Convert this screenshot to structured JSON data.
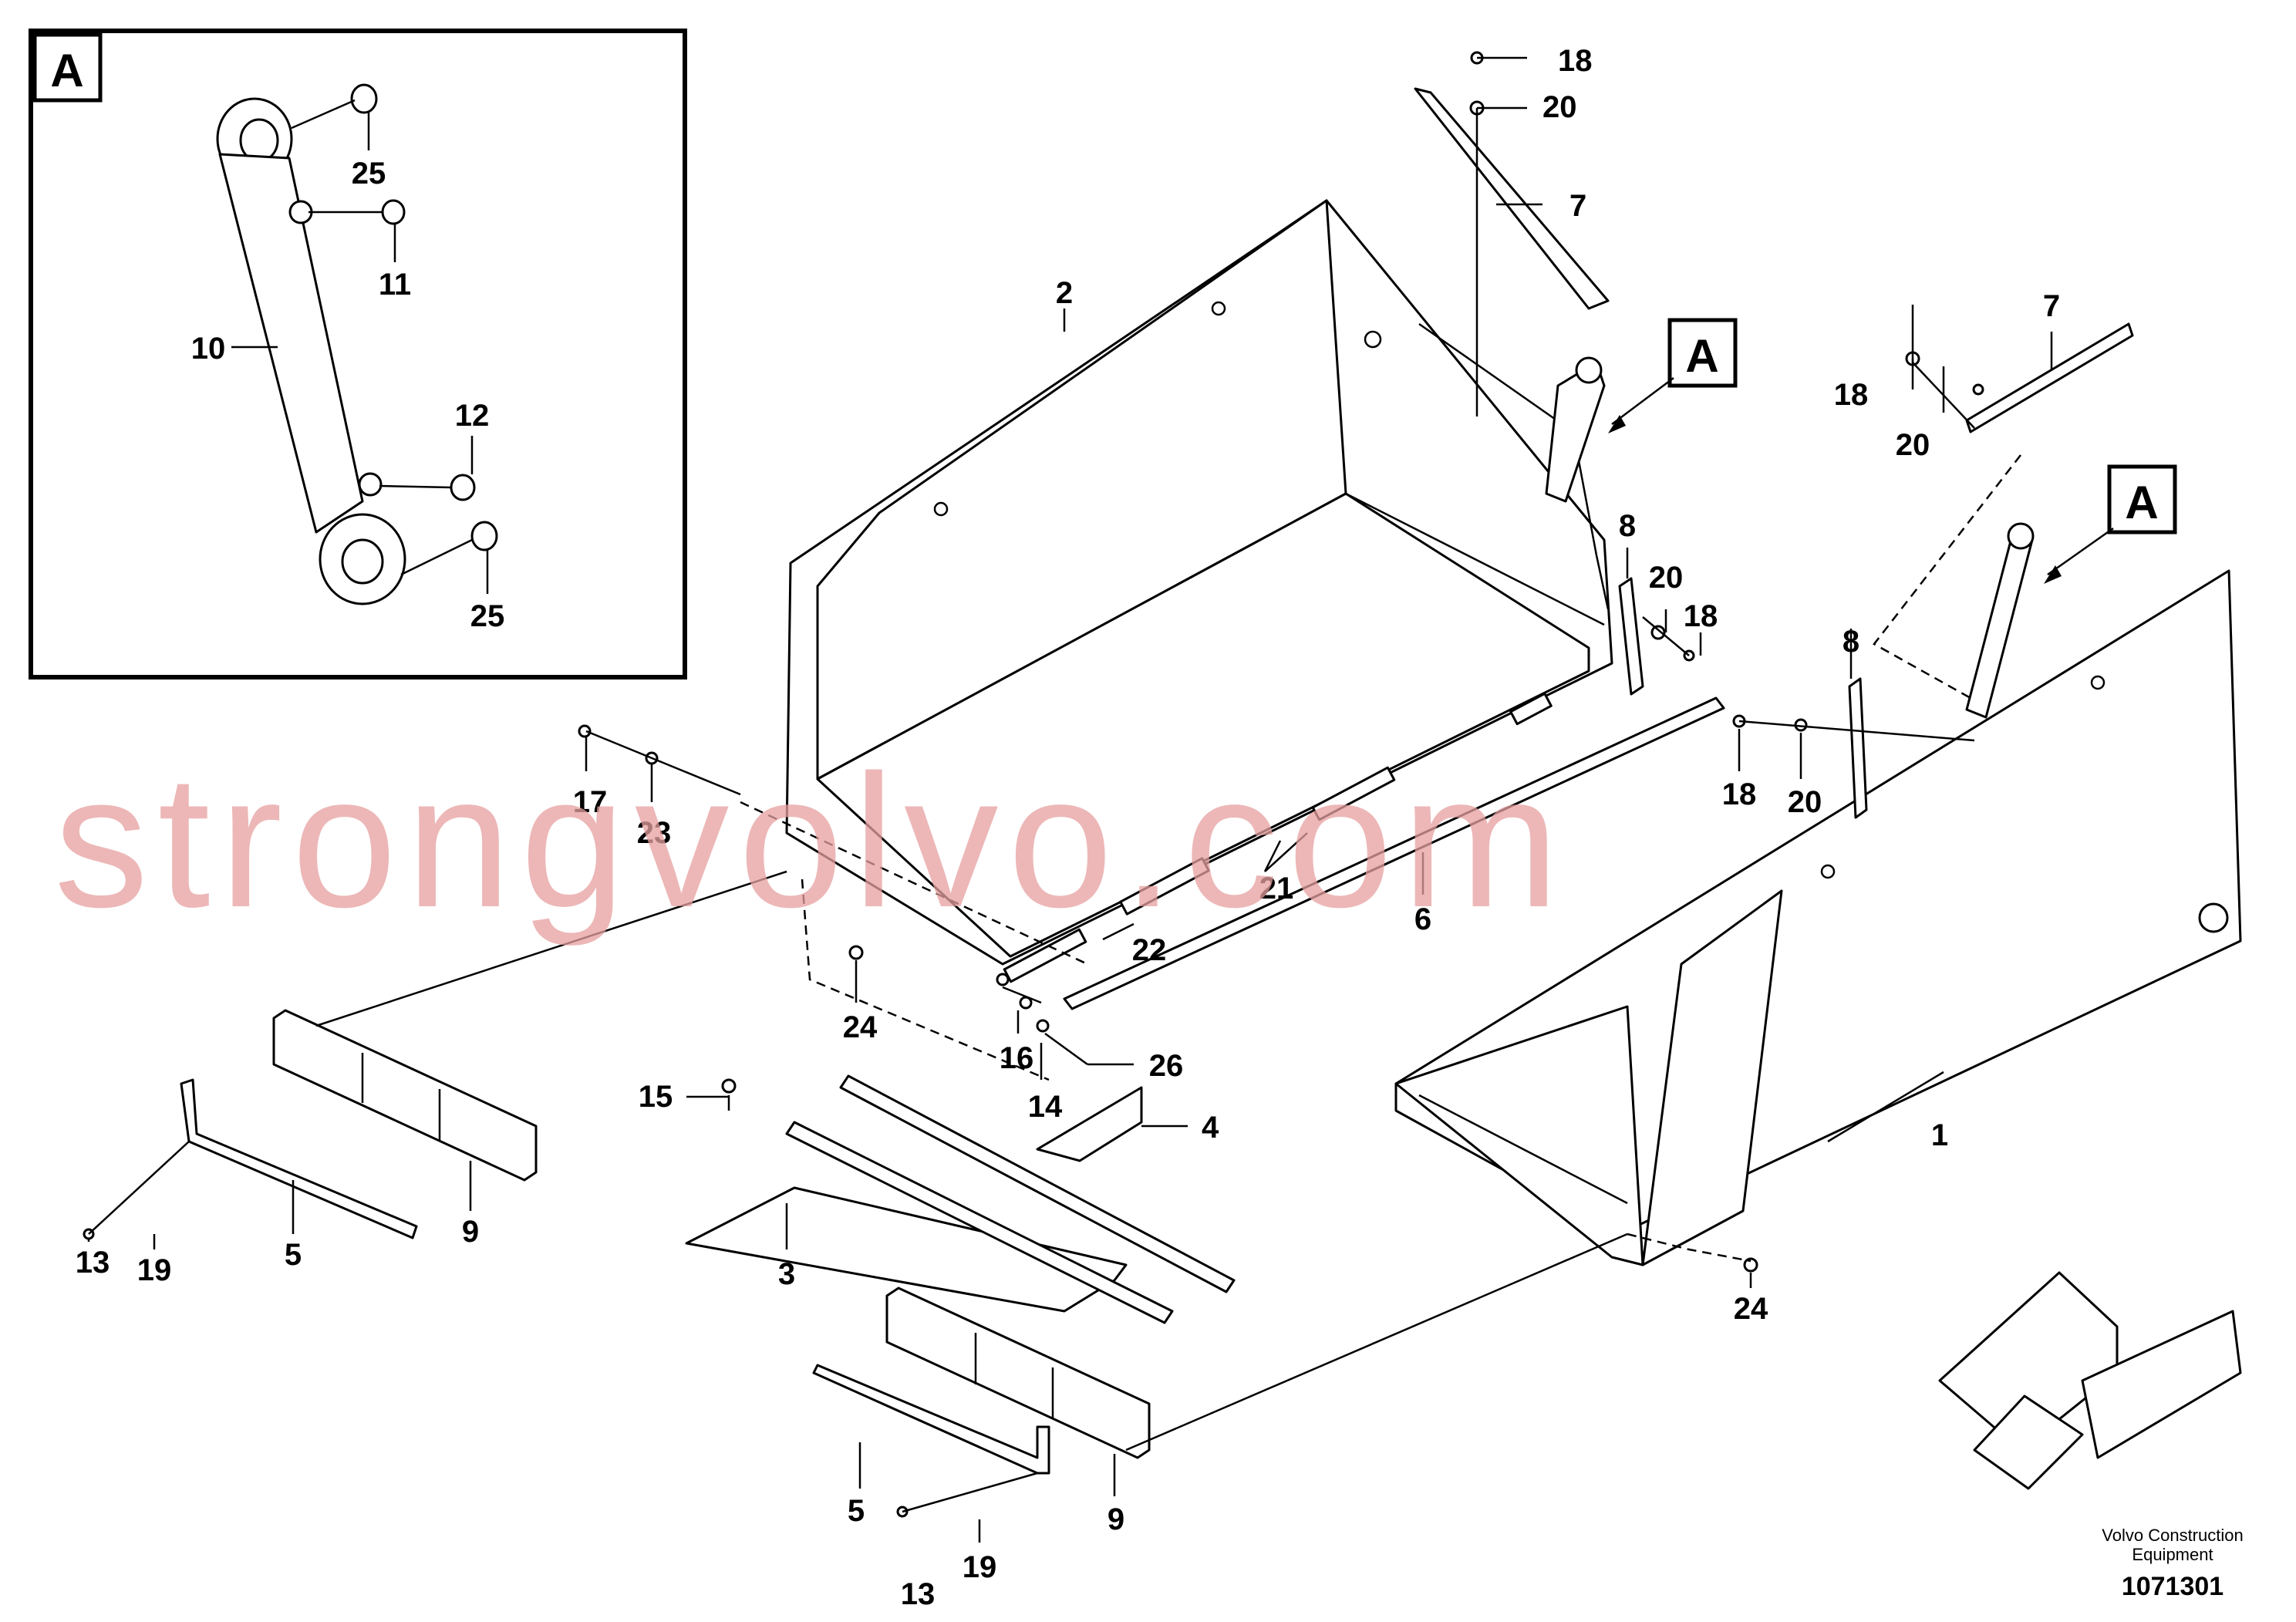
{
  "detail_tag": "A",
  "callouts": {
    "c1": "1",
    "c2": "2",
    "c3": "3",
    "c4": "4",
    "c5a": "5",
    "c5b": "5",
    "c6": "6",
    "c7a": "7",
    "c7b": "7",
    "c8a": "8",
    "c8b": "8",
    "c9a": "9",
    "c9b": "9",
    "c10": "10",
    "c11": "11",
    "c12": "12",
    "c13a": "13",
    "c13b": "13",
    "c14": "14",
    "c15": "15",
    "c16": "16",
    "c17": "17",
    "c18a": "18",
    "c18b": "18",
    "c18c": "18",
    "c18d": "18",
    "c19a": "19",
    "c19b": "19",
    "c20a": "20",
    "c20b": "20",
    "c20c": "20",
    "c20d": "20",
    "c21": "21",
    "c22": "22",
    "c23": "23",
    "c24a": "24",
    "c24b": "24",
    "c25a": "25",
    "c25b": "25",
    "c26": "26"
  },
  "watermark": "strongvolvo.com",
  "footer": {
    "company_line1": "Volvo Construction",
    "company_line2": "Equipment",
    "drawing_number": "1071301"
  }
}
